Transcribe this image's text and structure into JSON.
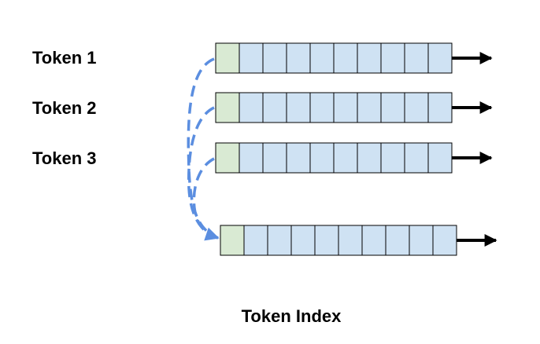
{
  "tokens": [
    {
      "label": "Token 1"
    },
    {
      "label": "Token 2"
    },
    {
      "label": "Token 3"
    }
  ],
  "caption": "Token Index",
  "cells_per_row": 10,
  "colors": {
    "first_cell": "#d9ead3",
    "cell": "#cfe2f3",
    "cell_border": "#000000",
    "dashed_arrow": "#5b8ee0",
    "output_arrow": "#000000"
  }
}
